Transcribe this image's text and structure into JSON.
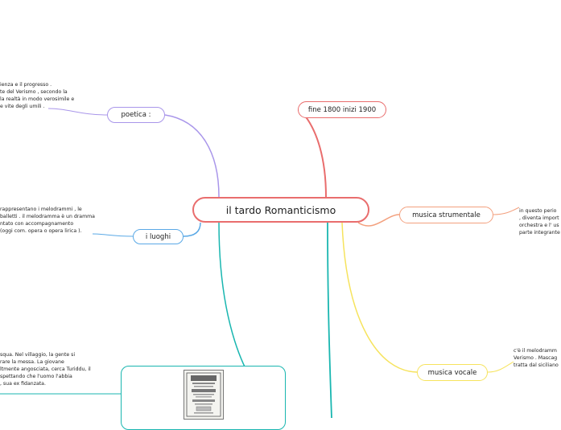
{
  "central": {
    "title": "il tardo Romanticismo"
  },
  "colors": {
    "red": "#e96d6d",
    "purple": "#a996ea",
    "blue": "#5aa9e6",
    "teal": "#19b6b0",
    "orange": "#f3a07e",
    "yellow": "#f6e35d",
    "central_border": "#e96d6d"
  },
  "topics": {
    "fine": {
      "label": "fine 1800 inizi 1900"
    },
    "poetica": {
      "label": "poetica :"
    },
    "luoghi": {
      "label": "i luoghi"
    },
    "strumentale": {
      "label": "musica strumentale"
    },
    "vocale": {
      "label": "musica vocale"
    }
  },
  "notes": {
    "poetica": [
      "ienza e il progresso .",
      "te del Verismo , secondo la",
      "la realtà in modo verosimile e",
      "e vite degli umili ."
    ],
    "luoghi": [
      "rappresentano i melodrammi , le",
      "balletti . il melodramma è un dramma",
      "ntato con accompagnamento",
      "(oggi com. opera o opera lirica )."
    ],
    "story": [
      "squa. Nel villaggio, la gente si",
      "rare la messa. La giovane",
      "ltmente angosciata, cerca Turiddu, il",
      "spettando che l'uomo l'abbia",
      ", sua ex fidanzata."
    ],
    "strumentale": [
      "in questo perio",
      ", diventa import",
      "orchestra e l' us",
      "parte integrante"
    ],
    "vocale": [
      "c'è il melodramm",
      "Verismo . Mascag",
      "tratta dal siciliano"
    ]
  },
  "image": {
    "icon": "score-cover-image"
  }
}
